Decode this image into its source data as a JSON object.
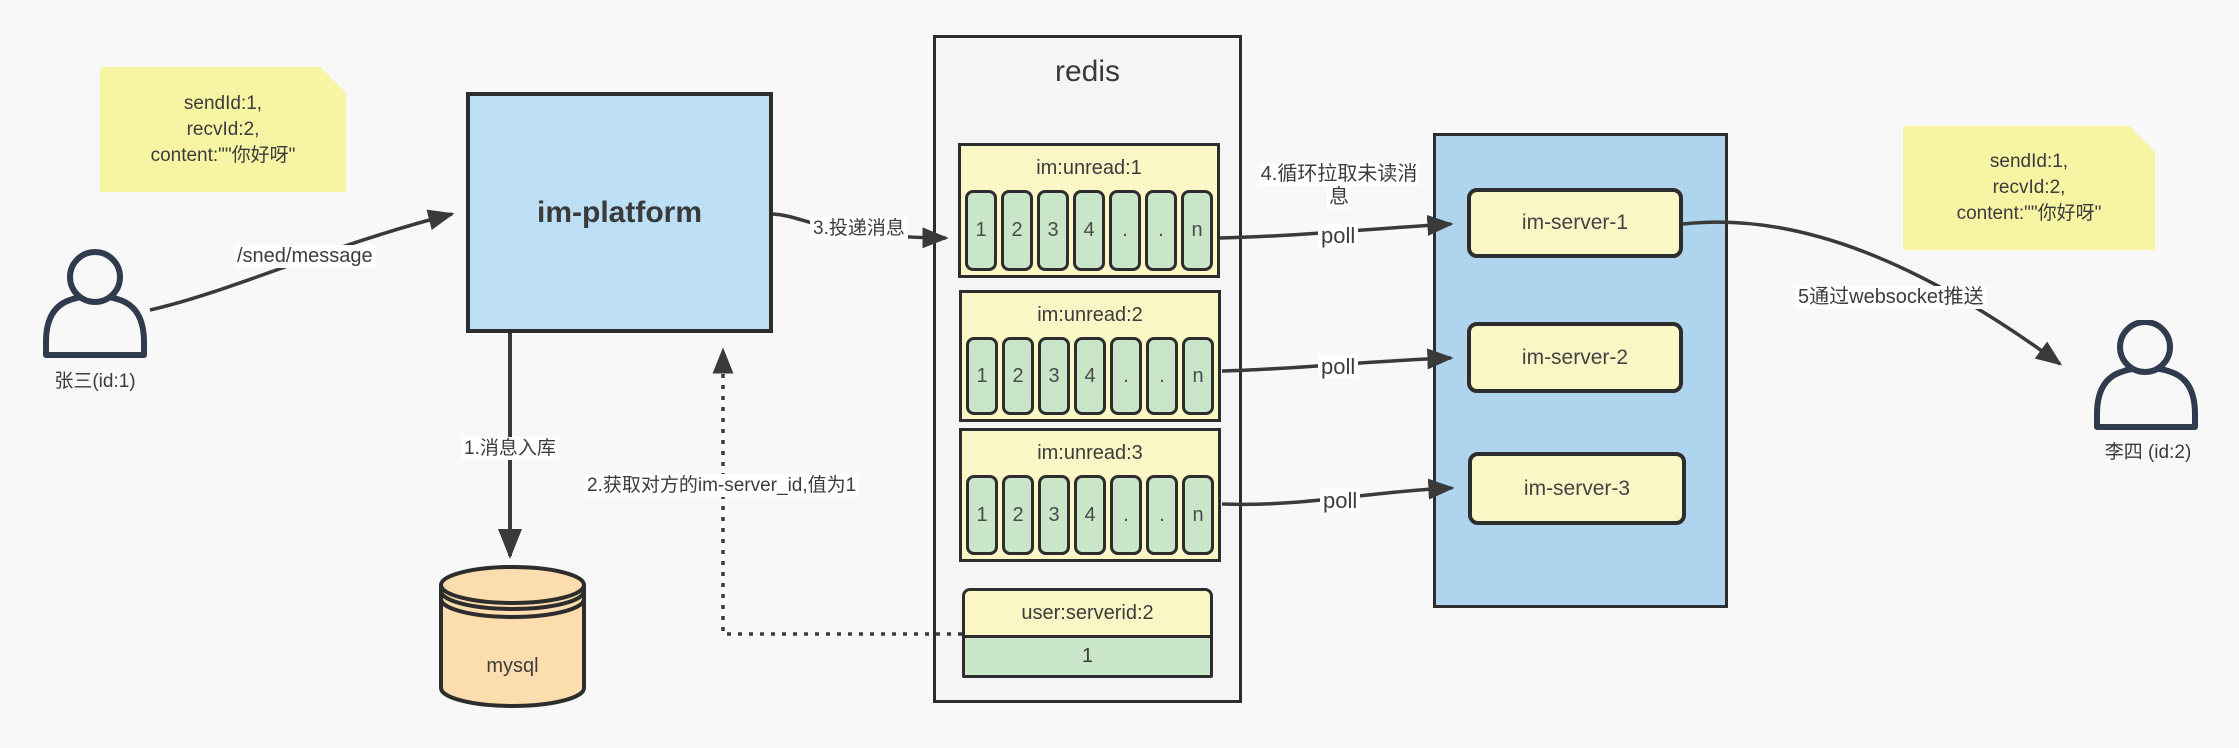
{
  "notes": {
    "left": {
      "lines": [
        "sendId:1,",
        "recvId:2,",
        "content:\"\"你好呀\""
      ]
    },
    "right": {
      "lines": [
        "sendId:1,",
        "recvId:2,",
        "content:\"\"你好呀\""
      ]
    }
  },
  "actors": {
    "sender": {
      "label": "张三(id:1)"
    },
    "receiver": {
      "label": "李四 (id:2)"
    }
  },
  "platform": {
    "label": "im-platform"
  },
  "database": {
    "label": "mysql"
  },
  "redis": {
    "title": "redis",
    "queues": [
      {
        "header": "im:unread:1",
        "cells": [
          "1",
          "2",
          "3",
          "4",
          ".",
          ".",
          "n"
        ]
      },
      {
        "header": "im:unread:2",
        "cells": [
          "1",
          "2",
          "3",
          "4",
          ".",
          ".",
          "n"
        ]
      },
      {
        "header": "im:unread:3",
        "cells": [
          "1",
          "2",
          "3",
          "4",
          ".",
          ".",
          "n"
        ]
      }
    ],
    "kv": {
      "header": "user:serverid:2",
      "value": "1"
    }
  },
  "servers": {
    "items": [
      {
        "label": "im-server-1"
      },
      {
        "label": "im-server-2"
      },
      {
        "label": "im-server-3"
      }
    ]
  },
  "edges": {
    "send": "/sned/message",
    "step1": "1.消息入库",
    "step2": "2.获取对方的im-server_id,值为1",
    "step3": "3.投递消息",
    "step4_line1": "4.循环拉取未读消",
    "step4_line2": "息",
    "step5": "5通过websocket推送",
    "polls": [
      "poll",
      "poll",
      "poll"
    ]
  },
  "colors": {
    "background": "#f8f8f8",
    "platform_blue": "#bddff5",
    "container_blue": "#aed4ee",
    "note_yellow": "#f7f4a4",
    "queue_yellow": "#faf6c5",
    "cell_green": "#cae6c8",
    "server_yellow": "#fbf6c6",
    "mysql_orange": "#fcdeae",
    "border_dark": "#2d2d2d",
    "line_dark": "#3a3a3a"
  }
}
